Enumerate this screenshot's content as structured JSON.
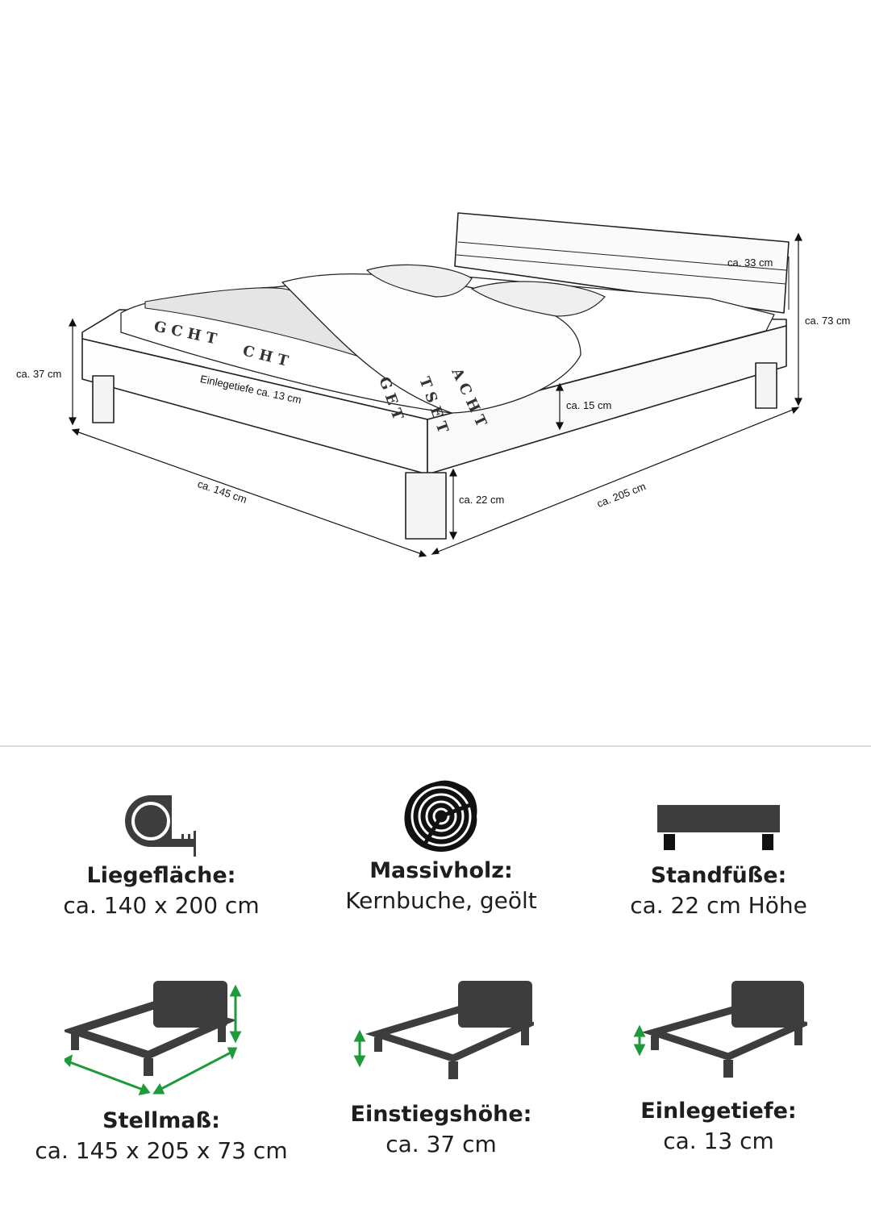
{
  "drawing": {
    "dim_height_total": "ca. 37 cm",
    "dim_headboard_height": "ca. 73 cm",
    "dim_headboard_panel": "ca. 33 cm",
    "dim_insert_depth": "Einlegetiefe ca. 13 cm",
    "dim_frame_height": "ca. 15 cm",
    "dim_width": "ca. 145 cm",
    "dim_length": "ca. 205 cm",
    "dim_feet_height": "ca. 22 cm"
  },
  "features": [
    {
      "title": "Liegefläche:",
      "value": "ca. 140 x 200 cm",
      "icon": "tape-measure-icon"
    },
    {
      "title": "Massivholz:",
      "value": "Kernbuche, geölt",
      "icon": "wood-log-icon"
    },
    {
      "title": "Standfüße:",
      "value": "ca. 22 cm Höhe",
      "icon": "bed-feet-icon"
    },
    {
      "title": "Stellmaß:",
      "value": "ca. 145 x 205 x 73 cm",
      "icon": "bed-outer-dimensions-icon"
    },
    {
      "title": "Einstiegshöhe:",
      "value": "ca. 37 cm",
      "icon": "bed-entry-height-icon"
    },
    {
      "title": "Einlegetiefe:",
      "value": "ca. 13 cm",
      "icon": "bed-insert-depth-icon"
    }
  ],
  "colors": {
    "icon_dark": "#3d3d3d",
    "accent_green": "#1f9a3a",
    "divider": "#d9d9d9"
  }
}
